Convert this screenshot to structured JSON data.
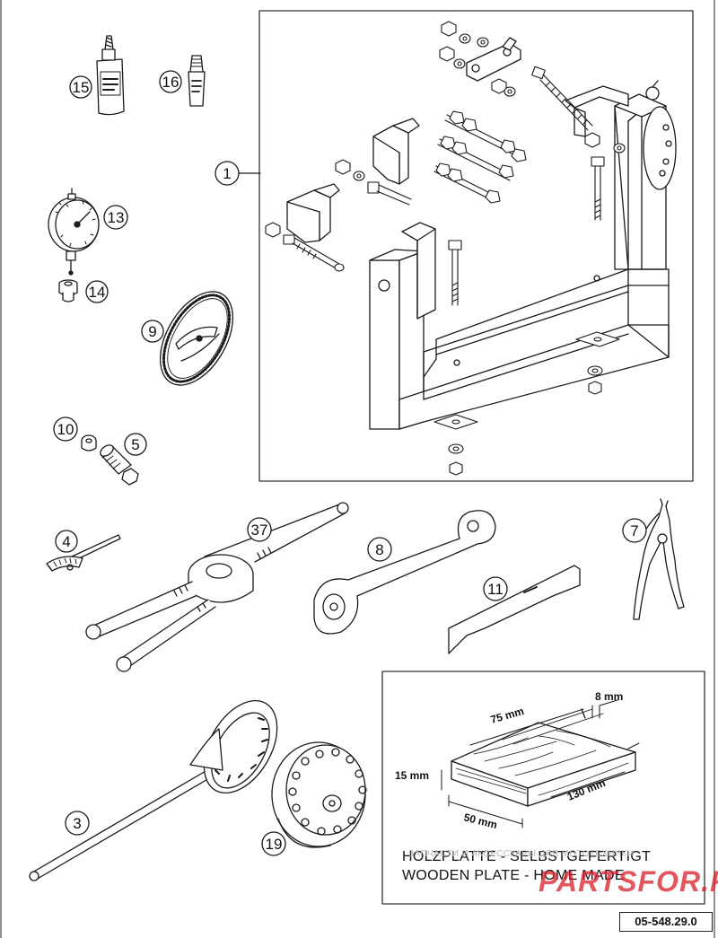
{
  "callouts": {
    "c1": "1",
    "c3": "3",
    "c4": "4",
    "c5": "5",
    "c7": "7",
    "c8": "8",
    "c9": "9",
    "c10": "10",
    "c11": "11",
    "c13": "13",
    "c14": "14",
    "c15": "15",
    "c16": "16",
    "c19": "19",
    "c37": "37"
  },
  "wooden_plate": {
    "dim_8": "8 mm",
    "dim_75": "75 mm",
    "dim_15": "15 mm",
    "dim_130": "130 mm",
    "dim_50": "50 mm",
    "caption_de": "HOLZPLATTE - SELBSTGEFERTIGT",
    "caption_en": "WOODEN PLATE - HOME MADE"
  },
  "watermark": {
    "text": "ЗАПЧАСТИ И АКСЕССУАРЫ ДЛЯ МОТОТЕХНИКИ",
    "logo": "PARTSFOR.RU"
  },
  "document_number": "05-548.29.0"
}
